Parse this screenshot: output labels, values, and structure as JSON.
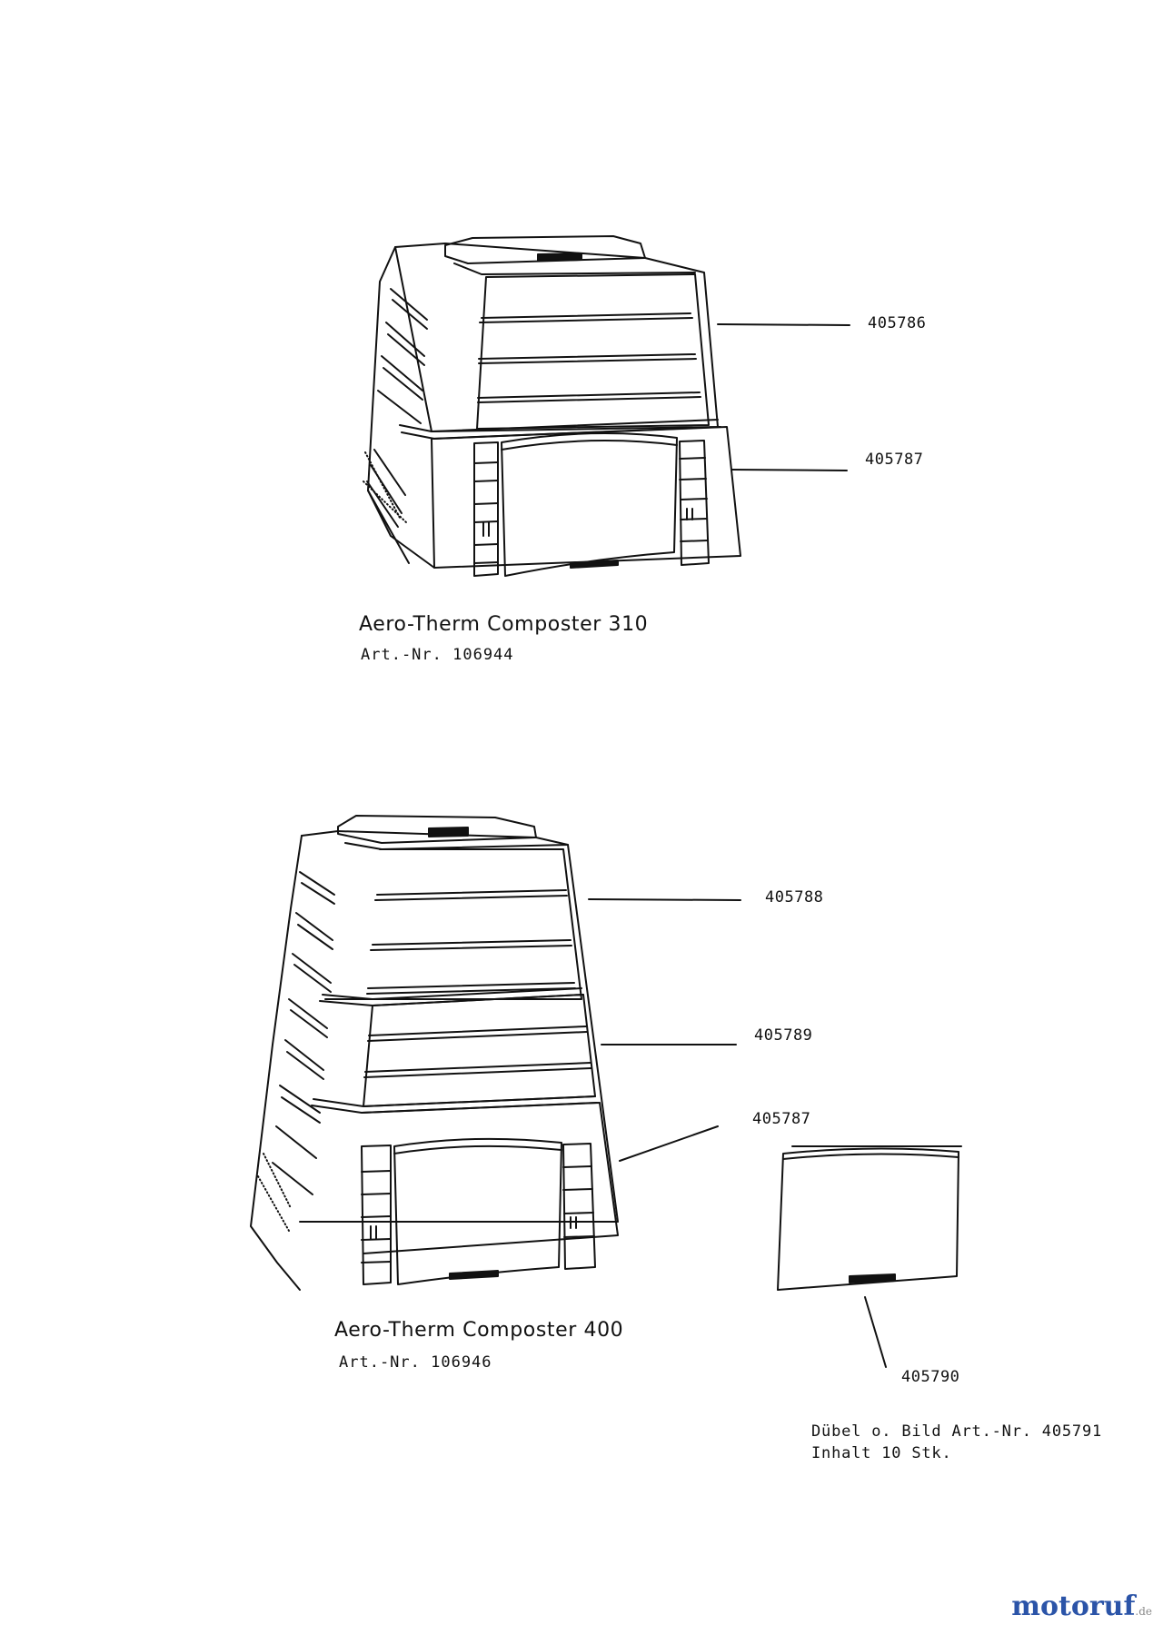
{
  "composter_310": {
    "title": "Aero-Therm Composter 310",
    "art_nr": "Art.-Nr. 106944",
    "parts": [
      "405786",
      "405787"
    ]
  },
  "composter_400": {
    "title": "Aero-Therm Composter 400",
    "art_nr": "Art.-Nr. 106946",
    "parts": [
      "405788",
      "405789",
      "405787"
    ]
  },
  "door_part": "405790",
  "note": {
    "line1": "Dübel o. Bild Art.-Nr. 405791",
    "line2": "Inhalt 10 Stk."
  },
  "logo": {
    "text": "motoruf",
    "suffix": ".de"
  }
}
